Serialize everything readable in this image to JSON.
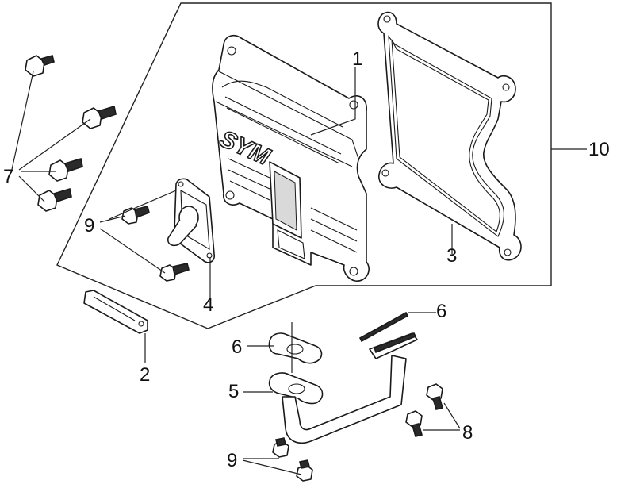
{
  "callouts": {
    "c1": "1",
    "c2": "2",
    "c3": "3",
    "c4": "4",
    "c5": "5",
    "c6a": "6",
    "c6b": "6",
    "c7": "7",
    "c8": "8",
    "c9a": "9",
    "c9b": "9",
    "c10": "10"
  },
  "logo": {
    "text": "SYM"
  },
  "colors": {
    "line": "#1a1a1a",
    "shade": "#d9d9d9",
    "background": "#ffffff"
  },
  "icons": {
    "bolt": "bolt-icon",
    "gasket": "gasket-icon",
    "cover": "cylinder-head-cover-icon",
    "pipe": "breather-pipe-icon"
  }
}
